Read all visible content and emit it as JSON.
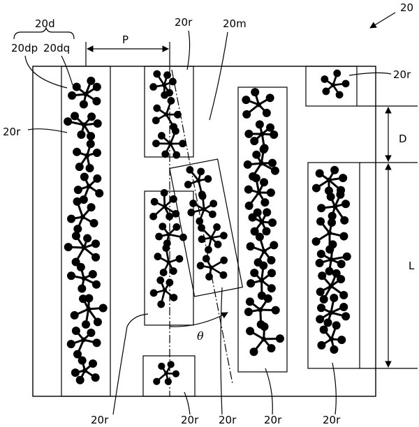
{
  "figure": {
    "ref_main": "20",
    "ref_d": "20d",
    "ref_dp": "20dp",
    "ref_dq": "20dq",
    "ref_r": "20r",
    "ref_m": "20m",
    "pitch": "P",
    "gap": "D",
    "length": "L",
    "angle": "θ"
  },
  "colors": {
    "ink": "#000000",
    "paper": "#ffffff"
  }
}
